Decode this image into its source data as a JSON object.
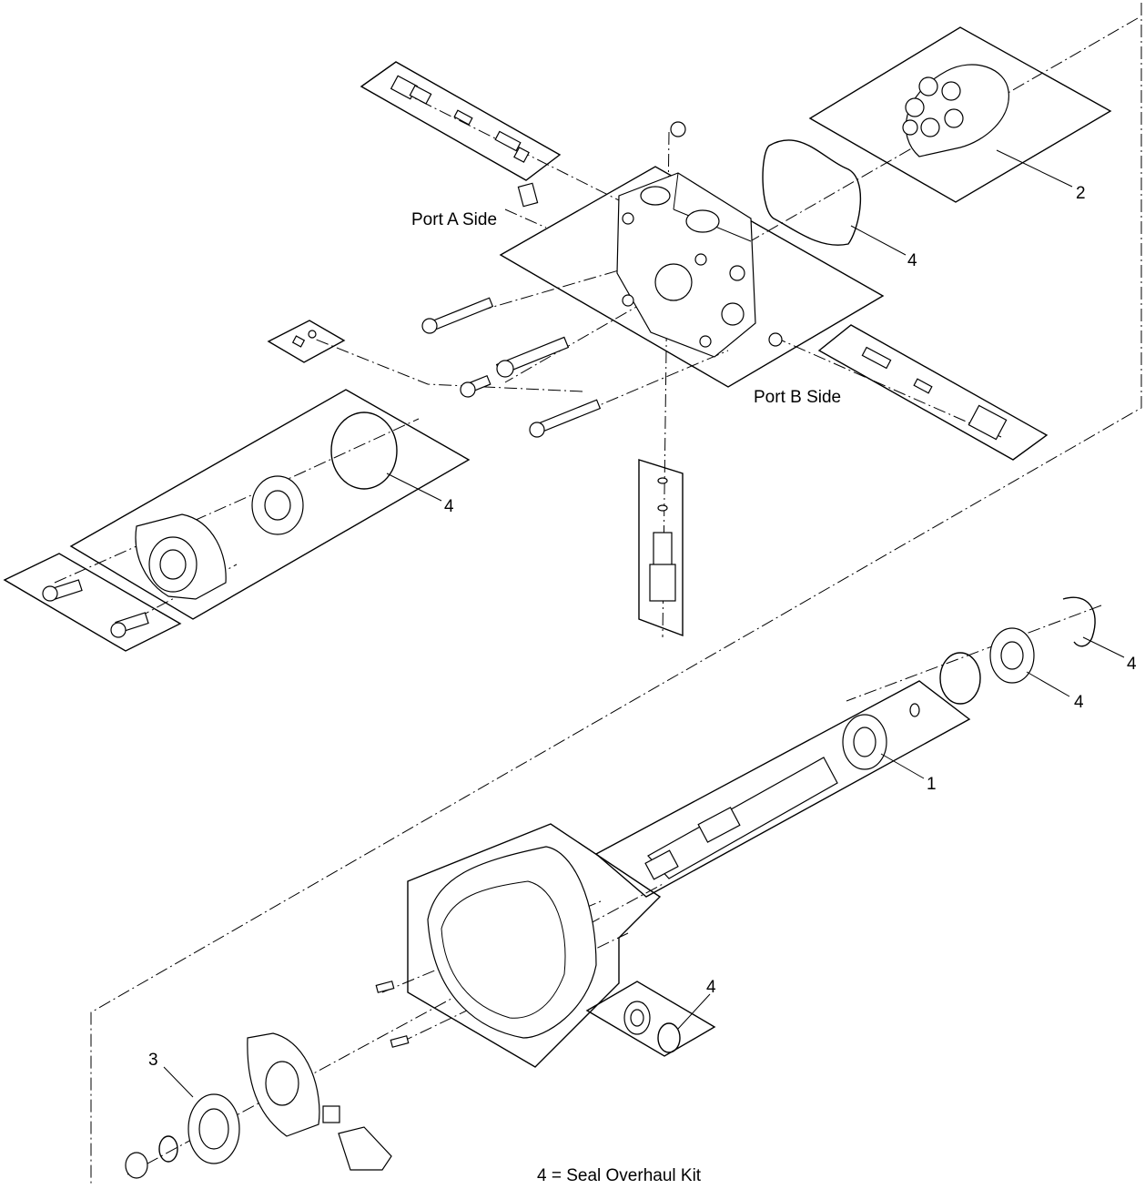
{
  "labels": {
    "port_a": "Port A Side",
    "port_b": "Port B Side",
    "legend": "4 = Seal Overhaul Kit"
  },
  "callouts": {
    "c1": "1",
    "c2": "2",
    "c3": "3",
    "c4a": "4",
    "c4b": "4",
    "c4c": "4",
    "c4d": "4",
    "c4e": "4"
  }
}
